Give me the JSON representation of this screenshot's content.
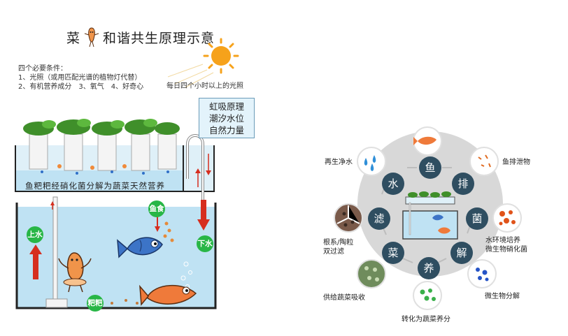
{
  "left": {
    "title": "菜和谐共生原理示意",
    "title_part1": "菜",
    "title_part2": "和谐共生原理示意",
    "conditions": [
      "四个必要条件：",
      "1、光照（或用匹配光谱的植物灯代替）",
      "2、有机营养成分　3、氧气　4、好奇心"
    ],
    "sun_label": "每日四个小时以上的光照",
    "siphon_box": [
      "虹吸原理",
      "潮汐水位",
      "自然力量"
    ],
    "upper_caption": "鱼粑粑经硝化菌分解为蔬菜天然营养",
    "badges": {
      "feed": "鱼食",
      "water_up": "上水",
      "water_down": "下水",
      "poop": "粑粑"
    }
  },
  "right": {
    "nodes": [
      "鱼",
      "排",
      "菌",
      "解",
      "养",
      "菜",
      "滤",
      "水"
    ],
    "labels": {
      "fish_excrement": "鱼排泄物",
      "bacteria_1": "水环境培养",
      "bacteria_2": "微生物硝化菌",
      "decompose": "微生物分解",
      "nutrient": "转化为蔬菜养分",
      "veg": "供给蔬菜吸收",
      "filter_1": "根系/陶粒",
      "filter_2": "双过滤",
      "water": "再生净水"
    }
  },
  "colors": {
    "water": "#bfe2f3",
    "ring": "#d8d8d8",
    "node": "#2f4e61",
    "green": "#28b646",
    "red": "#d62e1f",
    "orange": "#ef7a3a"
  }
}
